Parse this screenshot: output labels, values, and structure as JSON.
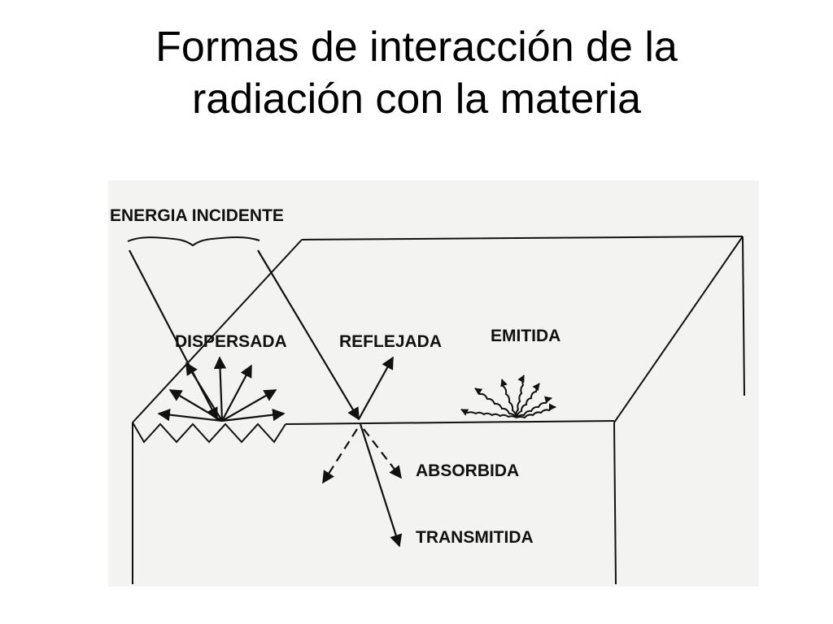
{
  "slide": {
    "title_line1": "Formas de interacción de la",
    "title_line2": "radiación con la materia"
  },
  "diagram": {
    "labels": {
      "incident": "ENERGIA INCIDENTE",
      "scattered": "DISPERSADA",
      "reflected": "REFLEJADA",
      "emitted": "EMITIDA",
      "absorbed": "ABSORBIDA",
      "transmitted": "TRANSMITIDA"
    },
    "colors": {
      "paper": "#f2f2f0",
      "ink": "#111111"
    }
  }
}
